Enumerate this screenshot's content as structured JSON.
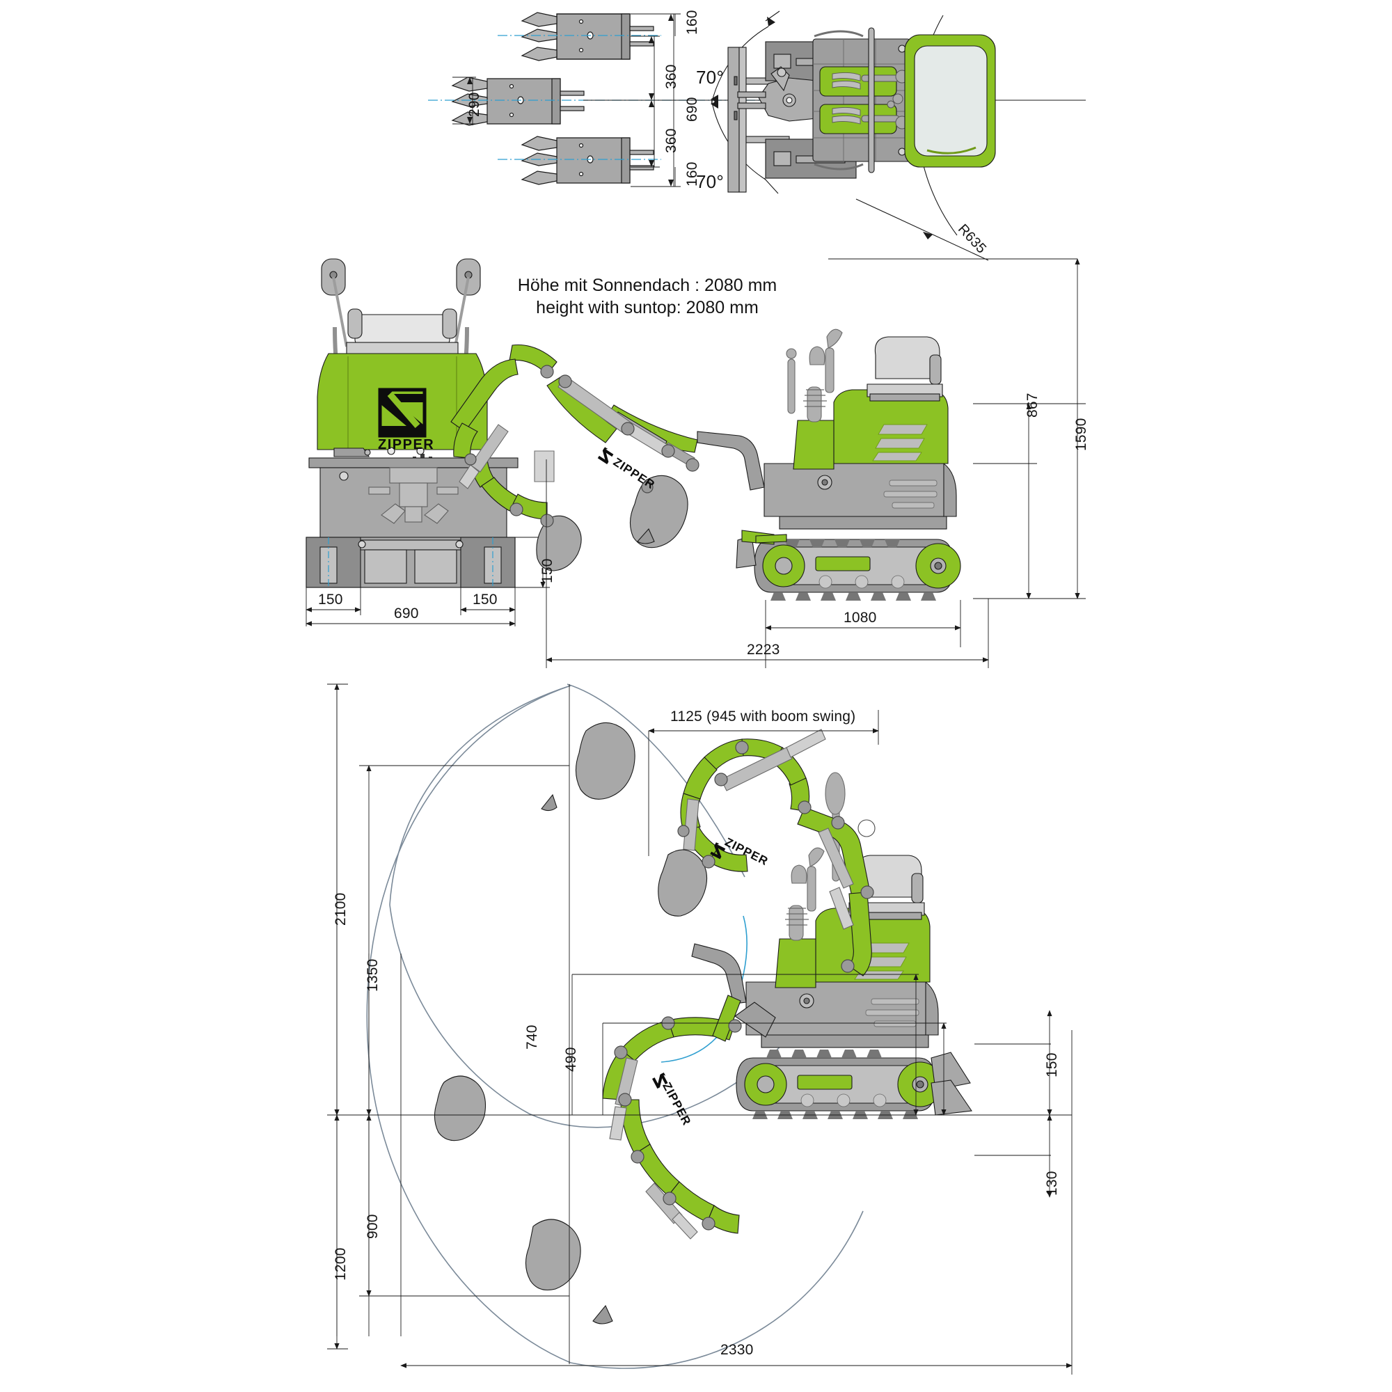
{
  "document": {
    "type": "technical-dimension-drawing",
    "subject": "Zipper mini excavator",
    "brand": "ZIPPER",
    "units": "mm"
  },
  "note": {
    "line_de": "Höhe mit Sonnendach : 2080 mm",
    "line_en": "height with suntop: 2080 mm"
  },
  "colors": {
    "machine_green": "#8cc224",
    "machine_grey": "#a8a8a8",
    "dark_grey": "#808080",
    "light_grey": "#d0d0d0",
    "line": "#1a1a1a",
    "envelope": "#7b8a99",
    "centerline": "#2f9fd0",
    "glass": "#e2e8e6"
  },
  "views": {
    "top_view": {
      "name": "bucket-swing-top-view",
      "dims": [
        {
          "id": "bucket-top-offset",
          "label": "160"
        },
        {
          "id": "bucket-top-to-center",
          "label": "360"
        },
        {
          "id": "bucket-width",
          "label": "290"
        },
        {
          "id": "swing-total",
          "label": "690"
        },
        {
          "id": "bucket-center-to-bottom",
          "label": "360"
        },
        {
          "id": "bucket-bottom-offset",
          "label": "160"
        },
        {
          "id": "swing-angle-upper",
          "label": "70°"
        },
        {
          "id": "swing-angle-lower",
          "label": "70°"
        },
        {
          "id": "tail-radius",
          "label": "R635"
        }
      ]
    },
    "front_view": {
      "name": "front-elevation",
      "dims": [
        {
          "id": "track-width-left",
          "label": "150"
        },
        {
          "id": "track-width-right",
          "label": "150"
        },
        {
          "id": "overall-width",
          "label": "690"
        },
        {
          "id": "track-shoe-height",
          "label": "150"
        }
      ]
    },
    "side_view": {
      "name": "side-elevation",
      "dims": [
        {
          "id": "overall-height",
          "label": "1590"
        },
        {
          "id": "cabin-height",
          "label": "867"
        },
        {
          "id": "track-length",
          "label": "1080"
        },
        {
          "id": "overall-length",
          "label": "2223"
        }
      ]
    },
    "working_range": {
      "name": "working-range-diagram",
      "dims": [
        {
          "id": "boom-swing-width",
          "label": "1125 (945 with boom swing)"
        },
        {
          "id": "max-dig-height",
          "label": "2100"
        },
        {
          "id": "max-dump-height",
          "label": "1350"
        },
        {
          "id": "reach-740",
          "label": "740"
        },
        {
          "id": "reach-490",
          "label": "490"
        },
        {
          "id": "max-dig-depth",
          "label": "900"
        },
        {
          "id": "max-vertical-depth",
          "label": "1200"
        },
        {
          "id": "blade-lift-height",
          "label": "150"
        },
        {
          "id": "blade-dig-depth",
          "label": "130"
        },
        {
          "id": "max-reach",
          "label": "2330"
        }
      ]
    }
  },
  "logos": [
    {
      "id": "front-view-logo",
      "text": "ZIPPER"
    },
    {
      "id": "side-view-boom-logo",
      "text": "ZIPPER"
    },
    {
      "id": "range-upper-boom-logo",
      "text": "ZIPPER"
    },
    {
      "id": "range-lower-boom-logo",
      "text": "ZIPPER"
    }
  ]
}
